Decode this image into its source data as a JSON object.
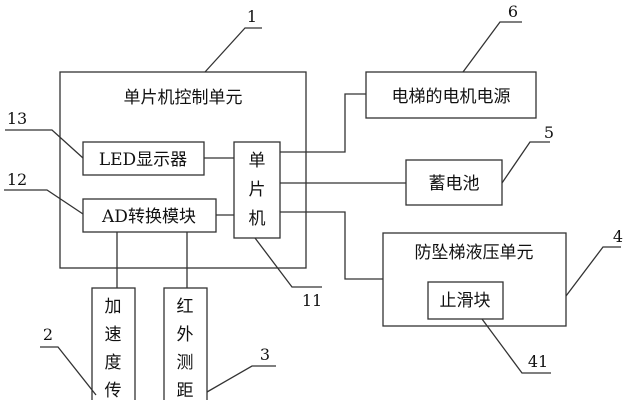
{
  "diagram": {
    "mcu_control_unit": {
      "label": "单片机控制单元",
      "ref": "1"
    },
    "led_display": {
      "label": "LED显示器",
      "ref": "13"
    },
    "ad_converter": {
      "label": "AD转换模块",
      "ref": "12"
    },
    "mcu": {
      "chars": [
        "单",
        "片",
        "机"
      ],
      "ref": "11"
    },
    "elevator_motor_power": {
      "label": "电梯的电机电源",
      "ref": "6"
    },
    "battery": {
      "label": "蓄电池",
      "ref": "5"
    },
    "hydraulic_unit": {
      "label": "防坠梯液压单元",
      "ref": "4"
    },
    "slide_stop_block": {
      "label": "止滑块",
      "ref": "41"
    },
    "acceleration_sensor": {
      "chars": [
        "加",
        "速",
        "度",
        "传"
      ],
      "ref": "2"
    },
    "infrared_ranging": {
      "chars": [
        "红",
        "外",
        "测",
        "距"
      ],
      "ref": "3"
    }
  }
}
